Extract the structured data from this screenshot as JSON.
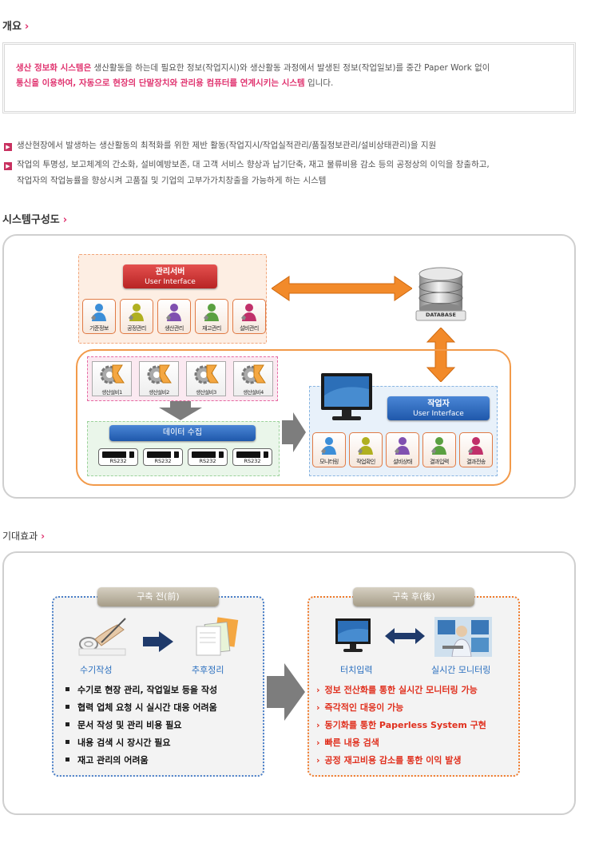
{
  "overview": {
    "title": "개요",
    "chevron": "›",
    "line1_highlight": "생산 정보화 시스템은",
    "line1_rest": " 생산활동을 하는데 필요한 정보(작업지시)와 생산활동 과정에서 발생된 정보(작업일보)를 중간 Paper Work 없이",
    "line2_highlight": "통신을 이용하여, 자동으로 현장의 단말장치와 관리용 컴퓨터를 연계시키는 시스템",
    "line2_rest": " 입니다."
  },
  "bullets": [
    {
      "icon": "square-arrow-icon",
      "text": "생산현장에서 발생하는 생산활동의 최적화를 위한 제반 활동(작업지시/작업실적관리/품질정보관리/설비상태관리)을 지원"
    },
    {
      "icon": "square-arrow-icon",
      "text": "작업의 투명성, 보고체계의 간소화, 설비예방보존, 대 고객 서비스 향상과 납기단축, 재고 물류비용 감소 등의 공정상의 이익을 창출하고,",
      "text2": "작업자의 작업능률을 향상시켜 고품질 및 기업의 고부가가치창출을 가능하게 하는 시스템"
    }
  ],
  "system": {
    "title": "시스템구성도",
    "chevron": "›",
    "server_title": "관리서버",
    "server_sub": "User Interface",
    "server_tiles": [
      {
        "label": "기준정보",
        "color": "#3b8ed8"
      },
      {
        "label": "공정관리",
        "color": "#b0b020"
      },
      {
        "label": "생산관리",
        "color": "#8050b0"
      },
      {
        "label": "재고관리",
        "color": "#5aa040"
      },
      {
        "label": "설비관리",
        "color": "#c0306a"
      }
    ],
    "database_label": "DATABASE",
    "equipment": [
      "생산설비1",
      "생산설비2",
      "생산설비3",
      "생산설비4"
    ],
    "data_title": "데이터 수집",
    "rs_ports": [
      "RS232",
      "RS232",
      "RS232",
      "RS232"
    ],
    "worker_title": "작업자",
    "worker_sub": "User Interface",
    "worker_tiles": [
      {
        "label": "모니터링",
        "color": "#3b8ed8"
      },
      {
        "label": "작업확인",
        "color": "#b0b020"
      },
      {
        "label": "설비상태",
        "color": "#8050b0"
      },
      {
        "label": "결과입력",
        "color": "#5aa040"
      },
      {
        "label": "결과전송",
        "color": "#c0306a"
      }
    ],
    "colors": {
      "orange_arrow": "#f28a2a",
      "gray_arrow": "#7d7d7d"
    }
  },
  "effects": {
    "title": "기대효과",
    "chevron": "›",
    "before_title": "구축 전(前)",
    "before_label_1": "수기작성",
    "before_label_2": "추후정리",
    "before_items": [
      "수기로 현장 관리, 작업일보 등을 작성",
      "협력 업체 요청 시 실시간 대응 어려움",
      "문서 작성 및 관리 비용 필요",
      "내용 검색 시 장시간 필요",
      "재고 관리의 어려움"
    ],
    "after_title": "구축 후(後)",
    "after_label_1": "터치입력",
    "after_label_2": "실시간 모니터링",
    "after_items": [
      "정보 전산화를 통한 실시간 모니터링 가능",
      "즉각적인 대응이 가능",
      "동기화를 통한 Paperless System 구현",
      "빠른 내용 검색",
      "공정 재고비용 감소를 통한 이익 발생"
    ],
    "after_marker": "›"
  }
}
